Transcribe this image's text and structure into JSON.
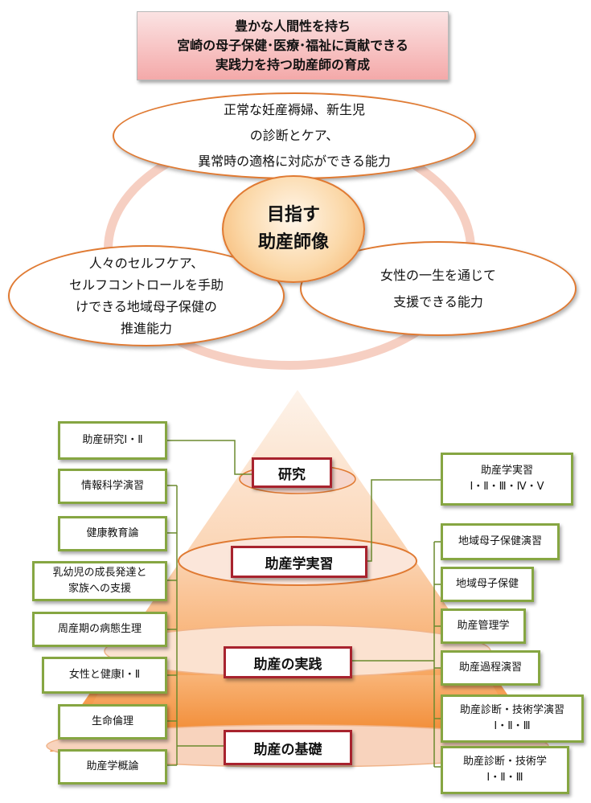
{
  "goal": {
    "line1": "豊かな人間性を持ち",
    "line2": "宮崎の母子保健･医療･福祉に貢献できる",
    "line3": "実践力を持つ助産師の育成"
  },
  "vision": {
    "center": [
      "目指す",
      "助産師像"
    ],
    "top": [
      "正常な妊産褥婦、新生児",
      "の診断とケア、",
      "異常時の適格に対応ができる能力"
    ],
    "left": [
      "人々のセルフケア、",
      "セルフコントロールを手助",
      "けできる地域母子保健の",
      "推進能力"
    ],
    "right": [
      "女性の一生を通じて",
      "支援できる能力"
    ]
  },
  "pyramid_levels": {
    "research": "研究",
    "practicum": "助産学実習",
    "practice": "助産の実践",
    "foundation": "助産の基礎"
  },
  "left_courses": {
    "research1": "助産研究Ⅰ・Ⅱ",
    "info": "情報科学演習",
    "health_edu": "健康教育論",
    "infant": [
      "乳幼児の成長発達と",
      "家族への支援"
    ],
    "perinatal": "周産期の病態生理",
    "women": "女性と健康Ⅰ・Ⅱ",
    "ethics": "生命倫理",
    "intro": "助産学概論"
  },
  "right_courses": {
    "practicum": [
      "助産学実習",
      "Ⅰ・Ⅱ・Ⅲ・Ⅳ・Ⅴ"
    ],
    "community_ex": "地域母子保健演習",
    "community": "地域母子保健",
    "management": "助産管理学",
    "process": "助産過程演習",
    "diag_ex": [
      "助産診断・技術学演習",
      "Ⅰ・Ⅱ・Ⅲ"
    ],
    "diag": [
      "助産診断・技術学",
      "Ⅰ・Ⅱ・Ⅲ"
    ]
  },
  "colors": {
    "orange_outline": "#e07a32",
    "green_border": "#86a642",
    "red_border": "#a8232e",
    "pink_ring": "#f6cfc2"
  }
}
